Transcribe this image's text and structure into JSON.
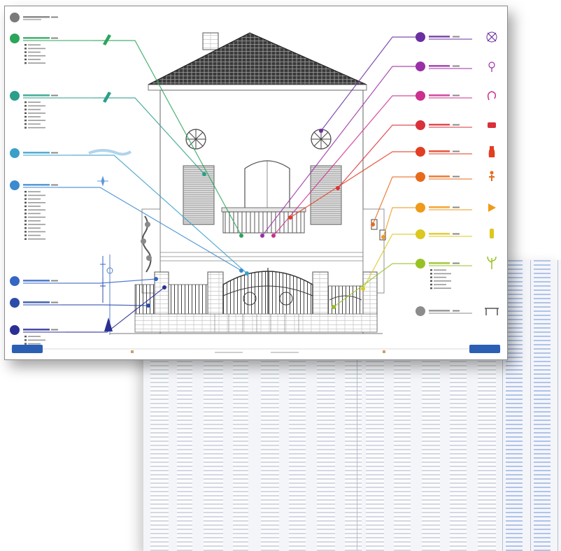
{
  "back_sheet": {
    "description_columns": 14,
    "code_columns": 2
  },
  "front_sheet": {
    "left_callouts": [
      {
        "id": "legend",
        "color": "#7a7a7a",
        "icon": "legend-circle"
      },
      {
        "id": "green-top",
        "color": "#2aa55a",
        "icon": "brush-icon",
        "list_rows": 6
      },
      {
        "id": "teal",
        "color": "#2a9f8a",
        "icon": "brush-icon",
        "list_rows": 8
      },
      {
        "id": "cyan",
        "color": "#3aa0c8",
        "icon": "paint-stroke-icon"
      },
      {
        "id": "blue-light",
        "color": "#3c8ad0",
        "icon": "sparkle-icon",
        "list_rows": 14
      },
      {
        "id": "blue-mid",
        "color": "#3566c4",
        "icon": "fence-post-icon"
      },
      {
        "id": "blue-dark",
        "color": "#2d4ca8",
        "icon": "fence-post-icon"
      },
      {
        "id": "navy",
        "color": "#2b2f94",
        "icon": "spike-icon",
        "list_rows": 3
      }
    ],
    "right_callouts": [
      {
        "id": "purple",
        "color": "#6a2fa0",
        "icon": "fan-icon"
      },
      {
        "id": "violet",
        "color": "#9a2fa6",
        "icon": "lamp-icon"
      },
      {
        "id": "magenta",
        "color": "#cc2f8e",
        "icon": "swirl-icon"
      },
      {
        "id": "red",
        "color": "#d9303a",
        "icon": "can-icon"
      },
      {
        "id": "red-orange",
        "color": "#e23e22",
        "icon": "bottle-icon"
      },
      {
        "id": "orange",
        "color": "#e86a1c",
        "icon": "figure-icon"
      },
      {
        "id": "amber",
        "color": "#f09a1a",
        "icon": "cone-icon"
      },
      {
        "id": "yellow",
        "color": "#dcc81e",
        "icon": "tube-icon"
      },
      {
        "id": "lime",
        "color": "#98c224",
        "icon": "plant-icon",
        "list_rows": 6
      },
      {
        "id": "gray",
        "color": "#8c8c8c",
        "icon": "table-icon"
      }
    ],
    "brand_color": "#2a5fb4"
  }
}
